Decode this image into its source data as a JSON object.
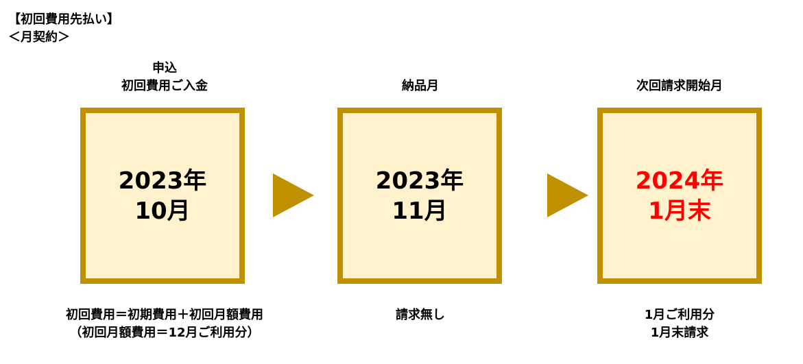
{
  "header": {
    "title": "【初回費用先払い】",
    "subtitle": "＜月契約＞"
  },
  "steps": [
    {
      "top_label_lines": [
        "申込",
        "初回費用ご入金"
      ],
      "box_year": "2023年",
      "box_month": "10月",
      "bottom_lines": [
        "初回費用＝初期費用＋初回月額費用",
        "（初回月額費用＝12月ご利用分）"
      ]
    },
    {
      "top_label_lines": [
        "納品月"
      ],
      "box_year": "2023年",
      "box_month": "11月",
      "bottom_lines": [
        "請求無し"
      ]
    },
    {
      "top_label_lines": [
        "次回請求開始月"
      ],
      "box_year": "2024年",
      "box_month": "1月末",
      "bottom_lines": [
        "1月ご利用分",
        "1月末請求"
      ]
    }
  ],
  "colors": {
    "box_border": "#bf9000",
    "box_fill": "#fff2cc",
    "arrow": "#bf9000",
    "highlight_text": "#ff0000",
    "text": "#000000"
  }
}
